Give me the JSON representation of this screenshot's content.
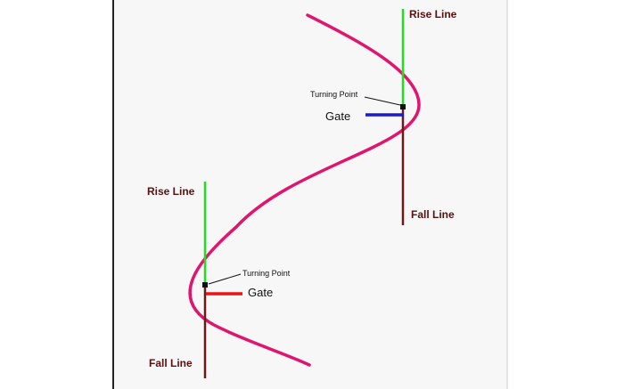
{
  "colors": {
    "curve": "#e0156e",
    "rise_line": "#22dd22",
    "fall_line": "#6b1a1a",
    "gate_upper": "#1a1acc",
    "gate_lower": "#ee1111",
    "label_dark": "#5a1010",
    "panel_bg": "#f7f7f7",
    "frame": "#222222"
  },
  "upper_group": {
    "rise_label": "Rise Line",
    "fall_label": "Fall Line",
    "turning_label": "Turning Point",
    "gate_label": "Gate"
  },
  "lower_group": {
    "rise_label": "Rise Line",
    "fall_label": "Fall Line",
    "turning_label": "Turning Point",
    "gate_label": "Gate"
  }
}
